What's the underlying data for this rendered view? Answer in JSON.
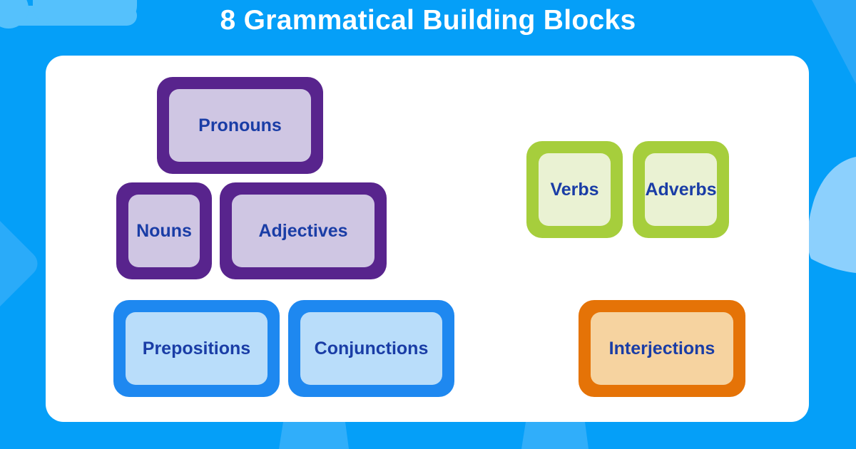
{
  "title": "8 Grammatical Building Blocks",
  "palette": {
    "background": "#059ff8",
    "card": "#ffffff",
    "title_text": "#ffffff",
    "label_text": "#1a3da6",
    "deco_cloud": "#55c1fc",
    "deco_diamond": "#2aabf9",
    "deco_wedge": "#29a8f8",
    "deco_crescent": "#8cd0fd",
    "deco_strip": "#30aefa"
  },
  "groups": [
    {
      "name": "purple",
      "border": "#58248d",
      "fill": "#cfc6e3"
    },
    {
      "name": "green",
      "border": "#a6ce3c",
      "fill": "#eaf2d3"
    },
    {
      "name": "blue",
      "border": "#1e88f0",
      "fill": "#b9ddfa"
    },
    {
      "name": "orange",
      "border": "#e57307",
      "fill": "#f6d3a0"
    }
  ],
  "blocks": [
    {
      "label": "Pronouns",
      "group": "purple"
    },
    {
      "label": "Nouns",
      "group": "purple"
    },
    {
      "label": "Adjectives",
      "group": "purple"
    },
    {
      "label": "Verbs",
      "group": "green"
    },
    {
      "label": "Adverbs",
      "group": "green"
    },
    {
      "label": "Prepositions",
      "group": "blue"
    },
    {
      "label": "Conjunctions",
      "group": "blue"
    },
    {
      "label": "Interjections",
      "group": "orange"
    }
  ]
}
